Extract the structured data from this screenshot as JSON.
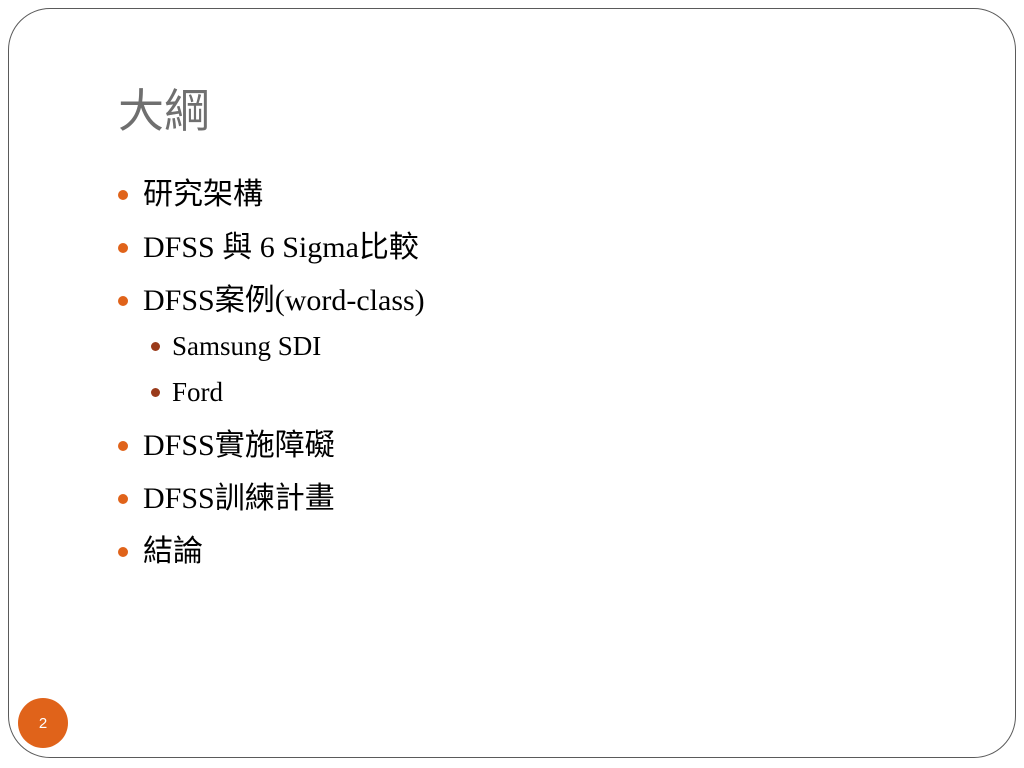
{
  "slide": {
    "title": "大綱",
    "page_number": "2",
    "accent_color": "#e0631a",
    "sub_bullet_color": "#9a3b1b"
  },
  "outline": {
    "items": [
      {
        "label": "研究架構"
      },
      {
        "label": "DFSS 與 6 Sigma比較"
      },
      {
        "label": "DFSS案例(word-class)",
        "subitems": [
          {
            "label": "Samsung SDI"
          },
          {
            "label": "Ford"
          }
        ]
      },
      {
        "label": "DFSS實施障礙"
      },
      {
        "label": "DFSS訓練計畫"
      },
      {
        "label": "結論"
      }
    ]
  }
}
